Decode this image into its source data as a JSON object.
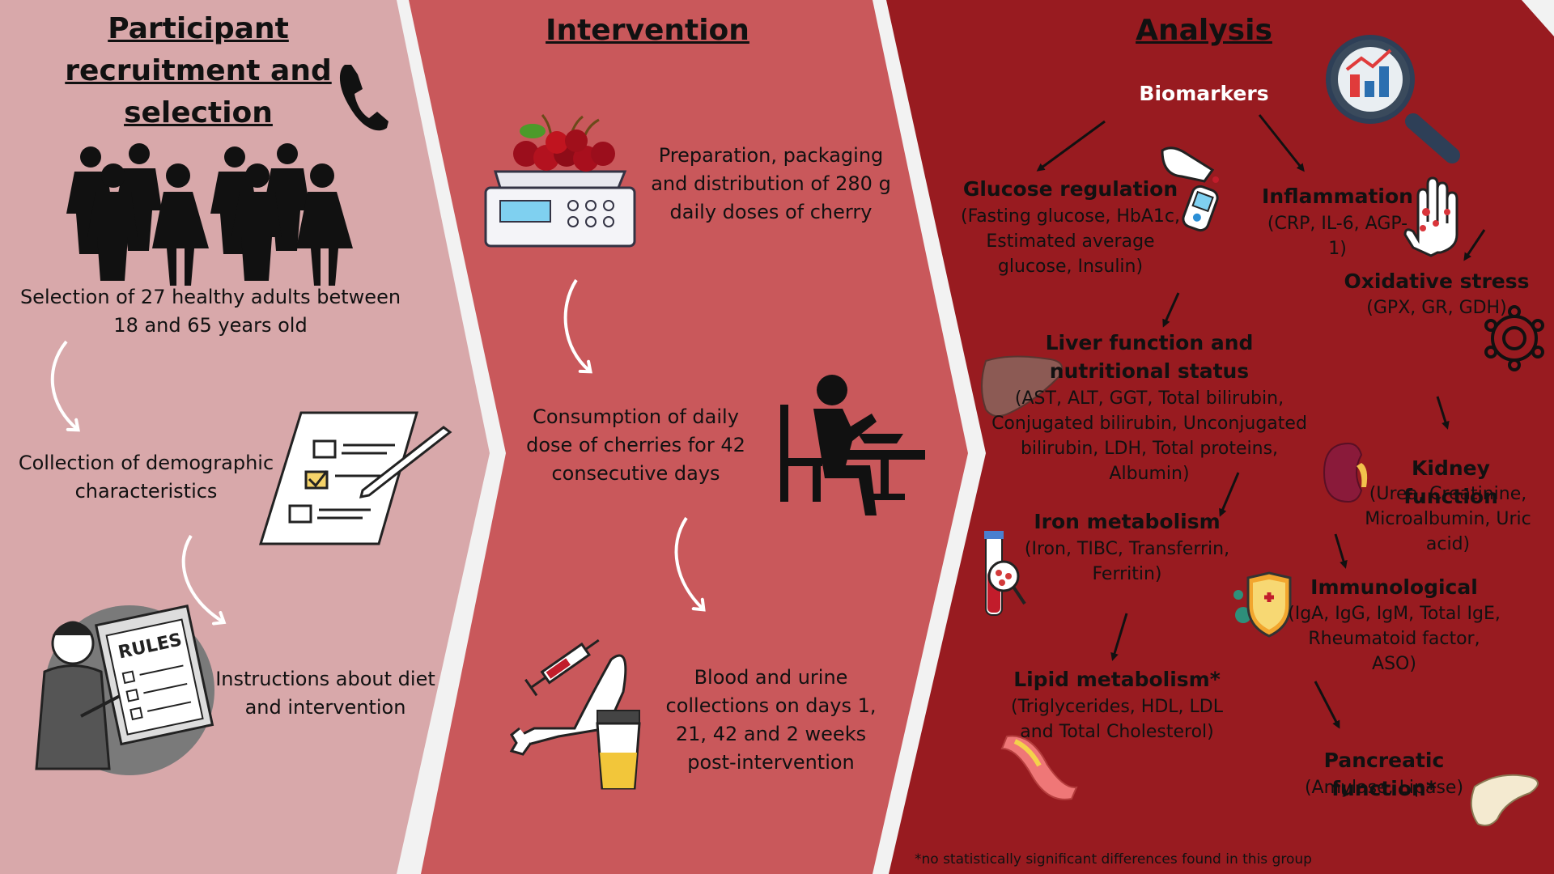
{
  "columns": {
    "recruitment": {
      "title": "Participant recruitment and selection",
      "steps": [
        "Selection of 27 healthy adults between 18 and 65 years old",
        "Collection of demographic characteristics",
        "Instructions about diet and intervention"
      ],
      "rules_label": "RULES"
    },
    "intervention": {
      "title": "Intervention",
      "steps": [
        "Preparation, packaging and distribution of 280 g daily doses of cherry",
        "Consumption of daily dose of cherries for 42 consecutive days",
        "Blood and urine collections on days 1, 21, 42 and 2 weeks post-intervention"
      ]
    },
    "analysis": {
      "title": "Analysis",
      "root": "Biomarkers",
      "groups": [
        {
          "name": "Glucose regulation",
          "detail": "(Fasting glucose, HbA1c, Estimated average glucose, Insulin)"
        },
        {
          "name": "Inflammation",
          "detail": "(CRP, IL-6, AGP-1)"
        },
        {
          "name": "Oxidative stress",
          "detail": "(GPX, GR, GDH)"
        },
        {
          "name": "Liver function and nutritional status",
          "detail": "(AST, ALT, GGT, Total bilirubin, Conjugated bilirubin, Unconjugated bilirubin, LDH, Total proteins, Albumin)"
        },
        {
          "name": "Kidney function",
          "detail": "(Urea, Creatinine, Microalbumin, Uric acid)"
        },
        {
          "name": "Iron metabolism",
          "detail": "(Iron, TIBC, Transferrin, Ferritin)"
        },
        {
          "name": "Immunological",
          "detail": "(IgA, IgG, IgM, Total IgE, Rheumatoid factor, ASO)"
        },
        {
          "name": "Lipid metabolism*",
          "detail": "(Triglycerides, HDL, LDL and Total Cholesterol)"
        },
        {
          "name": "Pancreatic function*",
          "detail": "(Amylase, Lipase)"
        }
      ],
      "footnote": "*no statistically significant differences found in this group"
    }
  },
  "colors": {
    "panel1": "#d8a8aa",
    "panel2": "#c9585b",
    "panel3": "#981b20",
    "separator": "#f2f2f2"
  },
  "icons": [
    "phone-icon",
    "people-group-icon",
    "checklist-icon",
    "rules-person-icon",
    "cherry-scale-icon",
    "eating-person-icon",
    "blood-urine-icon",
    "magnifier-chart-icon",
    "glucometer-icon",
    "inflamed-hand-icon",
    "molecule-icon",
    "liver-icon",
    "kidney-icon",
    "blood-tube-icon",
    "immune-shield-icon",
    "artery-icon",
    "pancreas-icon"
  ]
}
